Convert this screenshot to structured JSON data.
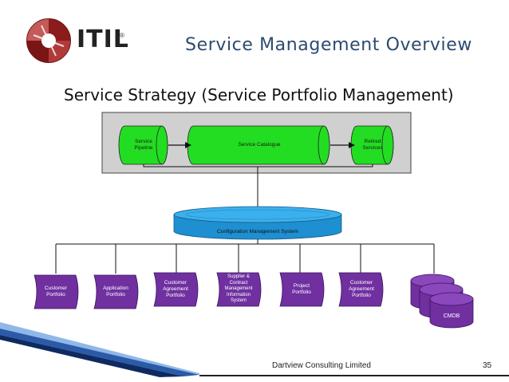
{
  "header": {
    "logo_text": "ITIL",
    "logo_reg": "®",
    "title": "Service Management Overview"
  },
  "subtitle": "Service Strategy (Service Portfolio Management)",
  "strategy_box": {
    "pipeline": "Service Pipeline",
    "catalogue": "Service Catalogue",
    "retired": "Retired Services"
  },
  "cms": {
    "label": "Configuration Management System"
  },
  "portfolios": [
    {
      "label": "Customer Portfolio"
    },
    {
      "label": "Application Portfolio"
    },
    {
      "label": "Customer Agreement Portfolio"
    },
    {
      "label": "Supplier & Contract Management Information System"
    },
    {
      "label": "Project Portfolio"
    },
    {
      "label": "Customer Agreement Portfolio"
    }
  ],
  "cmdb": {
    "label": "CMDB"
  },
  "footer": {
    "org": "Dartview Consulting Limited",
    "page": "35"
  },
  "colors": {
    "title": "#2c4a70",
    "green": "#22dd22",
    "purple": "#7030a0",
    "cms_blue": "#2aa0e0",
    "box_gray": "#d0d0d0",
    "logo_red": "#8a1c1c"
  }
}
